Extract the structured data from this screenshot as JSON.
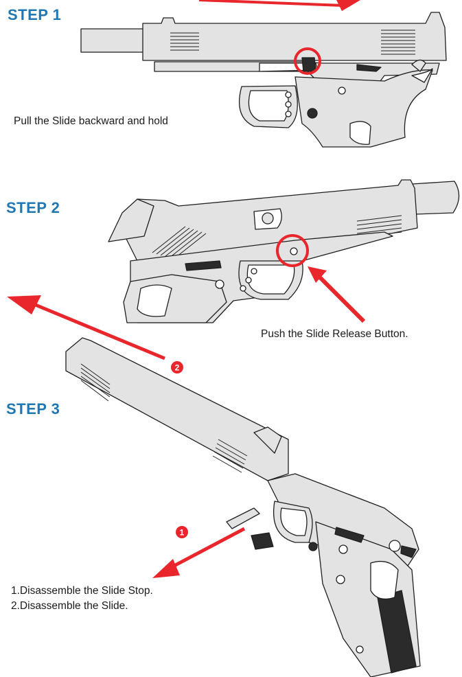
{
  "colors": {
    "step_title": "#1f77b4",
    "accent_red": "#e8262b",
    "gun_fill": "#e3e3e3",
    "gun_stroke": "#1f1f1f",
    "grip_dark": "#2b2b2b"
  },
  "steps": [
    {
      "title": "STEP 1",
      "caption": "Pull the Slide backward and hold"
    },
    {
      "title": "STEP 2",
      "caption": "Push the Slide Release Button."
    },
    {
      "title": "STEP 3",
      "captions": [
        "1.Disassemble the Slide Stop.",
        "2.Disassemble the Slide."
      ]
    }
  ],
  "badges": [
    "1",
    "2"
  ]
}
